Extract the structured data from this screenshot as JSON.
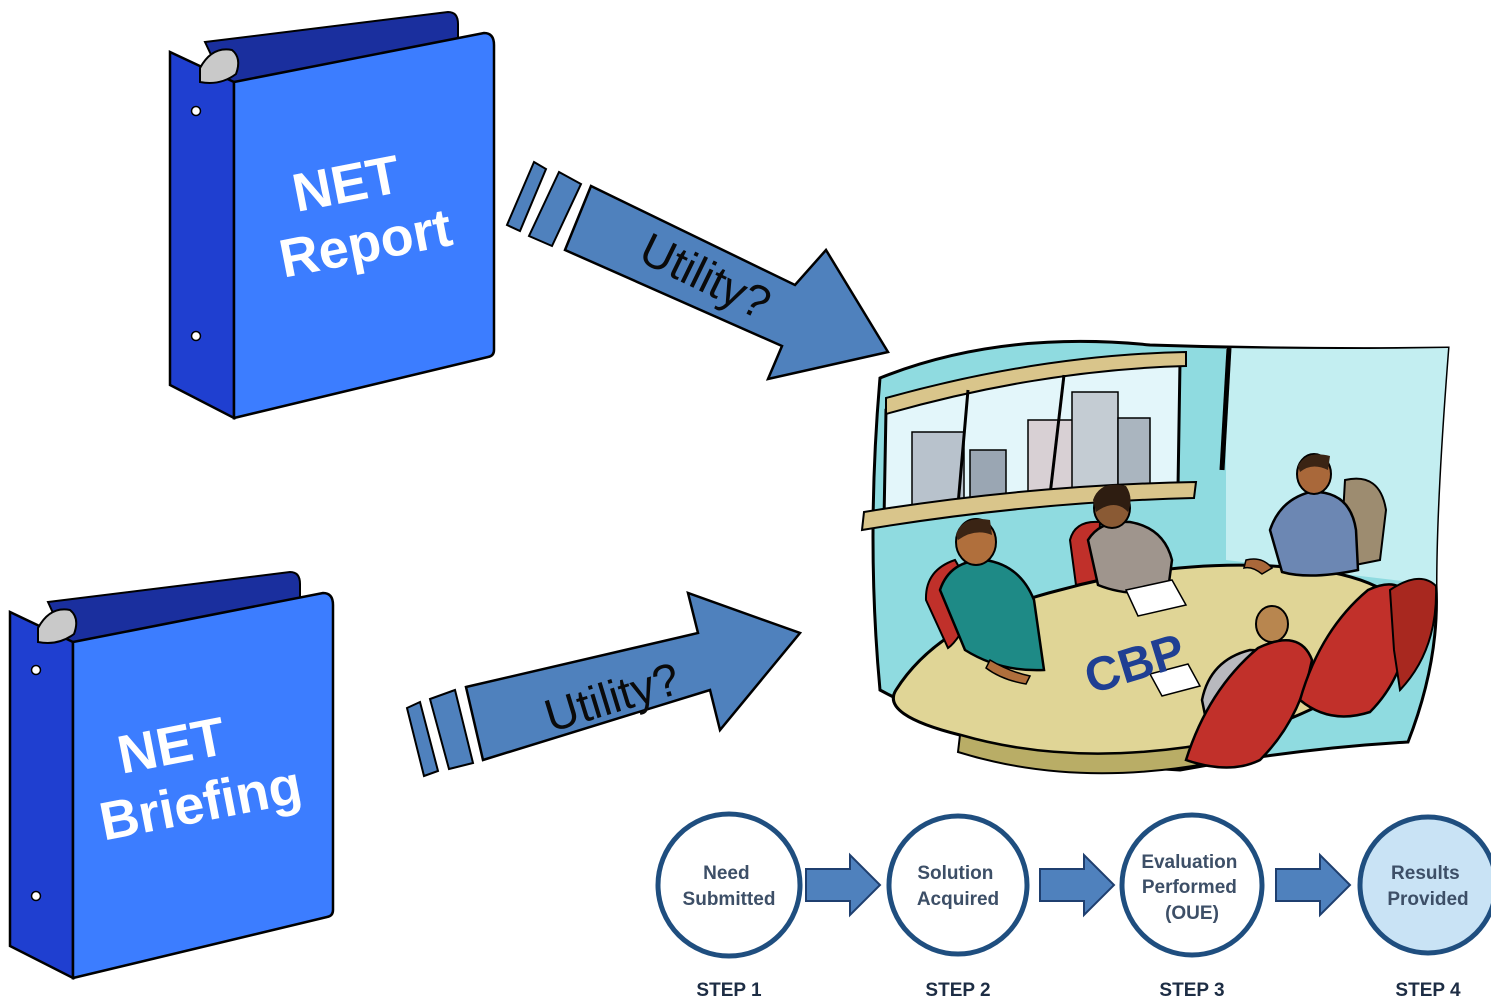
{
  "binders": [
    {
      "lines": [
        "NET",
        "Report"
      ]
    },
    {
      "lines": [
        "NET",
        "Briefing"
      ]
    }
  ],
  "arrows": [
    {
      "label": "Utility?"
    },
    {
      "label": "Utility?"
    }
  ],
  "meeting": {
    "label": "CBP"
  },
  "process": {
    "steps": [
      {
        "lines": [
          "Need",
          "Submitted"
        ],
        "step_label": "STEP 1"
      },
      {
        "lines": [
          "Solution",
          "Acquired"
        ],
        "step_label": "STEP 2"
      },
      {
        "lines": [
          "Evaluation",
          "Performed",
          "(OUE)"
        ],
        "step_label": "STEP 3"
      },
      {
        "lines": [
          "Results",
          "Provided"
        ],
        "step_label": "STEP 4"
      }
    ]
  },
  "colors": {
    "binder_front": "#3c7dff",
    "binder_spine": "#1f3fd0",
    "binder_back": "#1a2f9e",
    "arrow_fill": "#4f81bd",
    "step_circle_stroke": "#1f4e7f",
    "step_final_fill": "#c9e3f5",
    "cbp_text": "#1f3f93"
  }
}
